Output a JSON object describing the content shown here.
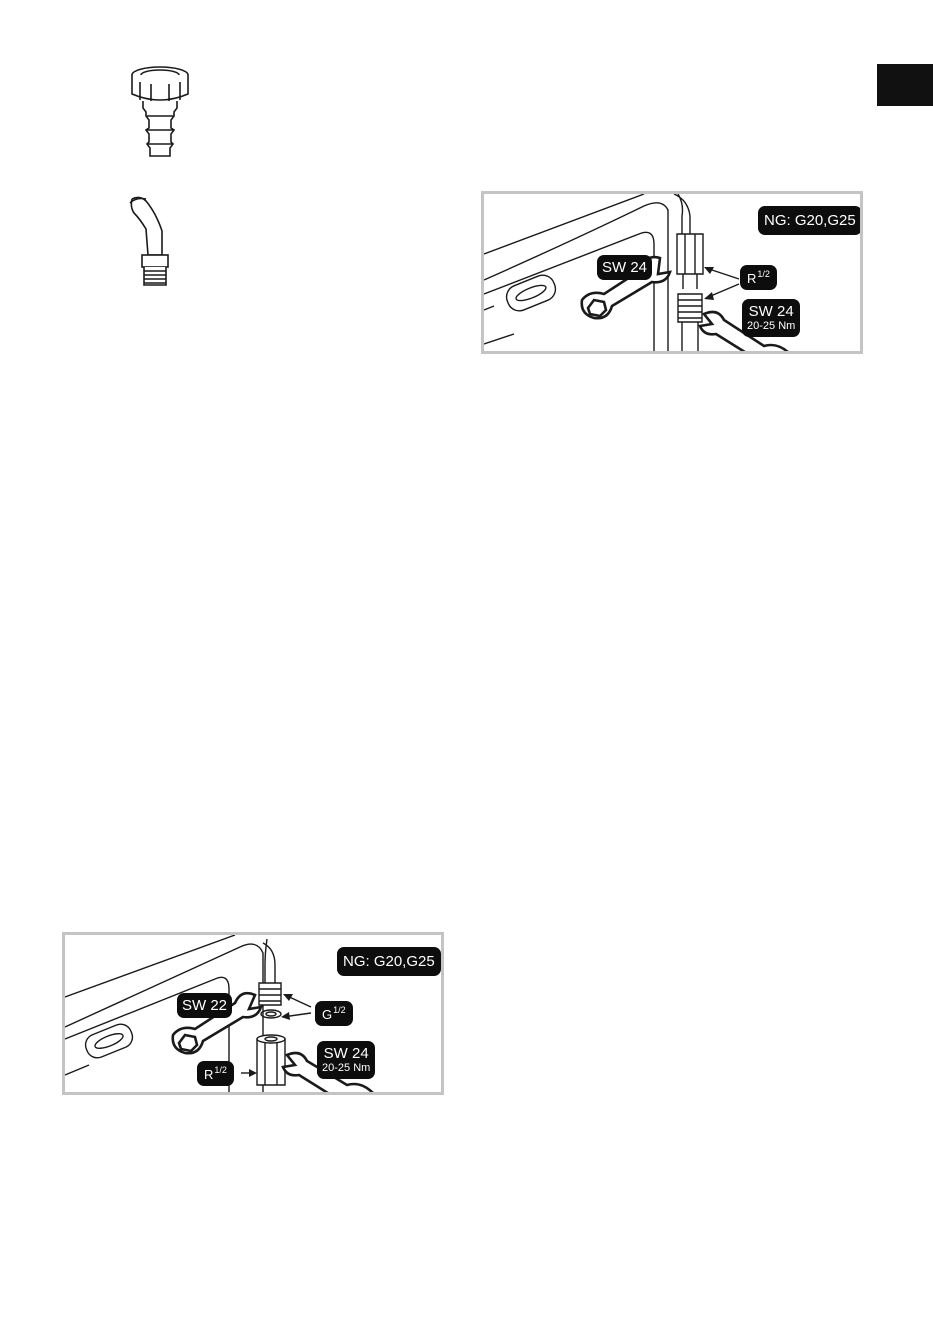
{
  "figure_top": {
    "badge_gas": "NG: G20,G25",
    "wrench_upper": "SW 24",
    "thread_base": "R",
    "thread_exp": "1/2",
    "wrench_lower": "SW 24",
    "torque": "20-25 Nm"
  },
  "figure_bottom": {
    "badge_gas": "NG: G20,G25",
    "wrench_upper": "SW 22",
    "thread_g_base": "G",
    "thread_g_exp": "1/2",
    "thread_r_base": "R",
    "thread_r_exp": "1/2",
    "wrench_lower": "SW 24",
    "torque": "20-25 Nm"
  },
  "colors": {
    "label_bg": "#0d0d0d",
    "frame_border": "#c4c4c4",
    "line_art": "#1a1a1a",
    "language_tab": "#111111"
  },
  "icons": [
    "hose-nozzle-icon",
    "bent-pipe-icon",
    "wrench-icon"
  ]
}
